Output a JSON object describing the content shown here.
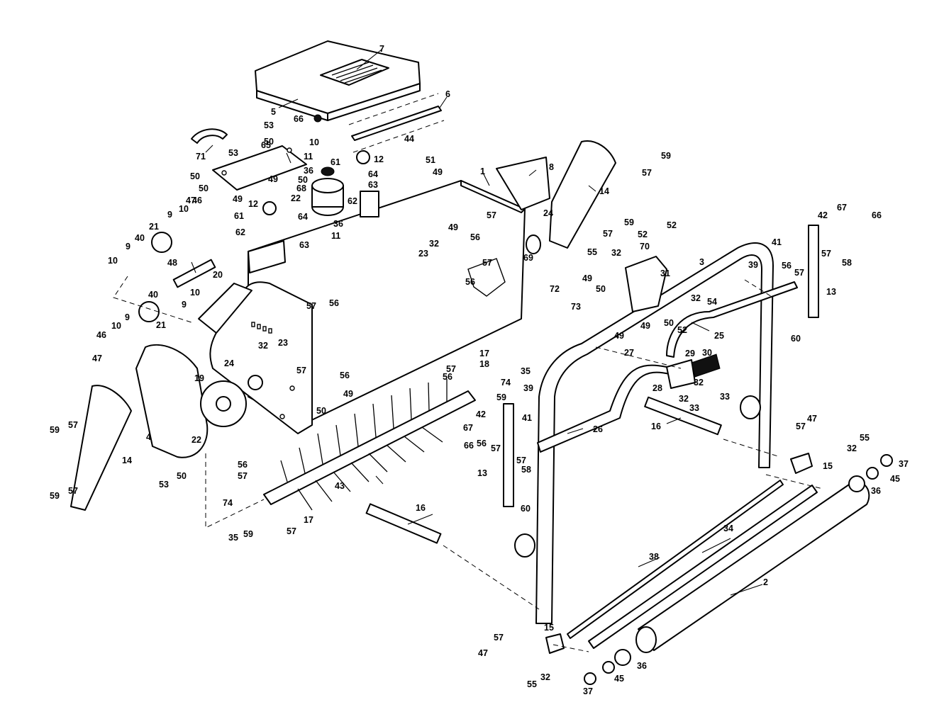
{
  "callouts": [
    {
      "id": "c7a",
      "text": "7"
    },
    {
      "id": "c6a",
      "text": "6"
    },
    {
      "id": "c5a",
      "text": "5"
    },
    {
      "id": "c66a",
      "text": "66"
    },
    {
      "id": "c53a",
      "text": "53"
    },
    {
      "id": "c44a",
      "text": "44"
    },
    {
      "id": "c71a",
      "text": "71"
    },
    {
      "id": "c50a",
      "text": "50"
    },
    {
      "id": "c53b",
      "text": "53"
    },
    {
      "id": "c65a",
      "text": "65"
    },
    {
      "id": "c50b",
      "text": "50"
    },
    {
      "id": "c50c",
      "text": "50"
    },
    {
      "id": "c49a",
      "text": "49"
    },
    {
      "id": "c10a",
      "text": "10"
    },
    {
      "id": "c11a",
      "text": "11"
    },
    {
      "id": "c36a",
      "text": "36"
    },
    {
      "id": "c49b",
      "text": "49"
    },
    {
      "id": "c50d",
      "text": "50"
    },
    {
      "id": "c68a",
      "text": "68"
    },
    {
      "id": "c61a",
      "text": "61"
    },
    {
      "id": "c12a",
      "text": "12"
    },
    {
      "id": "c64a",
      "text": "64"
    },
    {
      "id": "c63a",
      "text": "63"
    },
    {
      "id": "c51a",
      "text": "51"
    },
    {
      "id": "c49c",
      "text": "49"
    },
    {
      "id": "c1a",
      "text": "1"
    },
    {
      "id": "c8a",
      "text": "8"
    },
    {
      "id": "c14a",
      "text": "14"
    },
    {
      "id": "c59a",
      "text": "59"
    },
    {
      "id": "c57a",
      "text": "57"
    },
    {
      "id": "c12b",
      "text": "12"
    },
    {
      "id": "c61b",
      "text": "61"
    },
    {
      "id": "c62a",
      "text": "62"
    },
    {
      "id": "c22a",
      "text": "22"
    },
    {
      "id": "c64b",
      "text": "64"
    },
    {
      "id": "c36b",
      "text": "36"
    },
    {
      "id": "c11b",
      "text": "11"
    },
    {
      "id": "c63b",
      "text": "63"
    },
    {
      "id": "c62b",
      "text": "62"
    },
    {
      "id": "c47a",
      "text": "47"
    },
    {
      "id": "c46a",
      "text": "46"
    },
    {
      "id": "c10b",
      "text": "10"
    },
    {
      "id": "c9a",
      "text": "9"
    },
    {
      "id": "c21a",
      "text": "21"
    },
    {
      "id": "c40a",
      "text": "40"
    },
    {
      "id": "c9b",
      "text": "9"
    },
    {
      "id": "c10c",
      "text": "10"
    },
    {
      "id": "c48a",
      "text": "48"
    },
    {
      "id": "c20a",
      "text": "20"
    },
    {
      "id": "c40b",
      "text": "40"
    },
    {
      "id": "c10d",
      "text": "10"
    },
    {
      "id": "c9c",
      "text": "9"
    },
    {
      "id": "c9d",
      "text": "9"
    },
    {
      "id": "c21b",
      "text": "21"
    },
    {
      "id": "c10e",
      "text": "10"
    },
    {
      "id": "c46b",
      "text": "46"
    },
    {
      "id": "c47b",
      "text": "47"
    },
    {
      "id": "c49d",
      "text": "49"
    },
    {
      "id": "c57b",
      "text": "57"
    },
    {
      "id": "c56a",
      "text": "56"
    },
    {
      "id": "c24a",
      "text": "24"
    },
    {
      "id": "c69a",
      "text": "69"
    },
    {
      "id": "c59b",
      "text": "59"
    },
    {
      "id": "c57c",
      "text": "57"
    },
    {
      "id": "c52a",
      "text": "52"
    },
    {
      "id": "c52b",
      "text": "52"
    },
    {
      "id": "c70a",
      "text": "70"
    },
    {
      "id": "c55a",
      "text": "55"
    },
    {
      "id": "c32a",
      "text": "32"
    },
    {
      "id": "c23a",
      "text": "23"
    },
    {
      "id": "c32b",
      "text": "32"
    },
    {
      "id": "c57d",
      "text": "57"
    },
    {
      "id": "c56b",
      "text": "56"
    },
    {
      "id": "c3a",
      "text": "3"
    },
    {
      "id": "c31a",
      "text": "31"
    },
    {
      "id": "c49e",
      "text": "49"
    },
    {
      "id": "c50e",
      "text": "50"
    },
    {
      "id": "c72a",
      "text": "72"
    },
    {
      "id": "c73a",
      "text": "73"
    },
    {
      "id": "c39a",
      "text": "39"
    },
    {
      "id": "c42a",
      "text": "42"
    },
    {
      "id": "c67a",
      "text": "67"
    },
    {
      "id": "c66b",
      "text": "66"
    },
    {
      "id": "c41a",
      "text": "41"
    },
    {
      "id": "c56c",
      "text": "56"
    },
    {
      "id": "c57e",
      "text": "57"
    },
    {
      "id": "c57f",
      "text": "57"
    },
    {
      "id": "c58a",
      "text": "58"
    },
    {
      "id": "c13a",
      "text": "13"
    },
    {
      "id": "c60a",
      "text": "60"
    },
    {
      "id": "c32c",
      "text": "32"
    },
    {
      "id": "c54a",
      "text": "54"
    },
    {
      "id": "c49f",
      "text": "49"
    },
    {
      "id": "c50f",
      "text": "50"
    },
    {
      "id": "c52c",
      "text": "52"
    },
    {
      "id": "c49g",
      "text": "49"
    },
    {
      "id": "c25a",
      "text": "25"
    },
    {
      "id": "c57g",
      "text": "57"
    },
    {
      "id": "c56d",
      "text": "56"
    },
    {
      "id": "c32d",
      "text": "32"
    },
    {
      "id": "c23b",
      "text": "23"
    },
    {
      "id": "c24b",
      "text": "24"
    },
    {
      "id": "c19a",
      "text": "19"
    },
    {
      "id": "c57h",
      "text": "57"
    },
    {
      "id": "c56e",
      "text": "56"
    },
    {
      "id": "c49h",
      "text": "49"
    },
    {
      "id": "c50g",
      "text": "50"
    },
    {
      "id": "c17a",
      "text": "17"
    },
    {
      "id": "c56f",
      "text": "56"
    },
    {
      "id": "c57i",
      "text": "57"
    },
    {
      "id": "c18a",
      "text": "18"
    },
    {
      "id": "c35a",
      "text": "35"
    },
    {
      "id": "c74a",
      "text": "74"
    },
    {
      "id": "c39b",
      "text": "39"
    },
    {
      "id": "c59c",
      "text": "59"
    },
    {
      "id": "c41b",
      "text": "41"
    },
    {
      "id": "c42b",
      "text": "42"
    },
    {
      "id": "c67b",
      "text": "67"
    },
    {
      "id": "c66c",
      "text": "66"
    },
    {
      "id": "c56g",
      "text": "56"
    },
    {
      "id": "c57j",
      "text": "57"
    },
    {
      "id": "c27a",
      "text": "27"
    },
    {
      "id": "c29a",
      "text": "29"
    },
    {
      "id": "c30a",
      "text": "30"
    },
    {
      "id": "c28a",
      "text": "28"
    },
    {
      "id": "c32e",
      "text": "32"
    },
    {
      "id": "c32f",
      "text": "32"
    },
    {
      "id": "c33a",
      "text": "33"
    },
    {
      "id": "c33b",
      "text": "33"
    },
    {
      "id": "c26a",
      "text": "26"
    },
    {
      "id": "c16a",
      "text": "16"
    },
    {
      "id": "c57k",
      "text": "57"
    },
    {
      "id": "c58b",
      "text": "58"
    },
    {
      "id": "c13b",
      "text": "13"
    },
    {
      "id": "c60b",
      "text": "60"
    },
    {
      "id": "c4a",
      "text": "4"
    },
    {
      "id": "c22b",
      "text": "22"
    },
    {
      "id": "c14b",
      "text": "14"
    },
    {
      "id": "c59d",
      "text": "59"
    },
    {
      "id": "c57l",
      "text": "57"
    },
    {
      "id": "c59e",
      "text": "59"
    },
    {
      "id": "c57m",
      "text": "57"
    },
    {
      "id": "c53c",
      "text": "53"
    },
    {
      "id": "c50h",
      "text": "50"
    },
    {
      "id": "c56h",
      "text": "56"
    },
    {
      "id": "c57n",
      "text": "57"
    },
    {
      "id": "c43a",
      "text": "43"
    },
    {
      "id": "c74b",
      "text": "74"
    },
    {
      "id": "c35b",
      "text": "35"
    },
    {
      "id": "c17b",
      "text": "17"
    },
    {
      "id": "c59f",
      "text": "59"
    },
    {
      "id": "c57o",
      "text": "57"
    },
    {
      "id": "c16b",
      "text": "16"
    },
    {
      "id": "c47c",
      "text": "47"
    },
    {
      "id": "c57p",
      "text": "57"
    },
    {
      "id": "c55b",
      "text": "55"
    },
    {
      "id": "c32g",
      "text": "32"
    },
    {
      "id": "c15a",
      "text": "15"
    },
    {
      "id": "c37a",
      "text": "37"
    },
    {
      "id": "c45a",
      "text": "45"
    },
    {
      "id": "c36c",
      "text": "36"
    },
    {
      "id": "c34a",
      "text": "34"
    },
    {
      "id": "c38a",
      "text": "38"
    },
    {
      "id": "c2a",
      "text": "2"
    },
    {
      "id": "c15b",
      "text": "15"
    },
    {
      "id": "c57q",
      "text": "57"
    },
    {
      "id": "c47d",
      "text": "47"
    },
    {
      "id": "c55c",
      "text": "55"
    },
    {
      "id": "c32h",
      "text": "32"
    },
    {
      "id": "c36d",
      "text": "36"
    },
    {
      "id": "c45b",
      "text": "45"
    },
    {
      "id": "c37b",
      "text": "37"
    }
  ]
}
